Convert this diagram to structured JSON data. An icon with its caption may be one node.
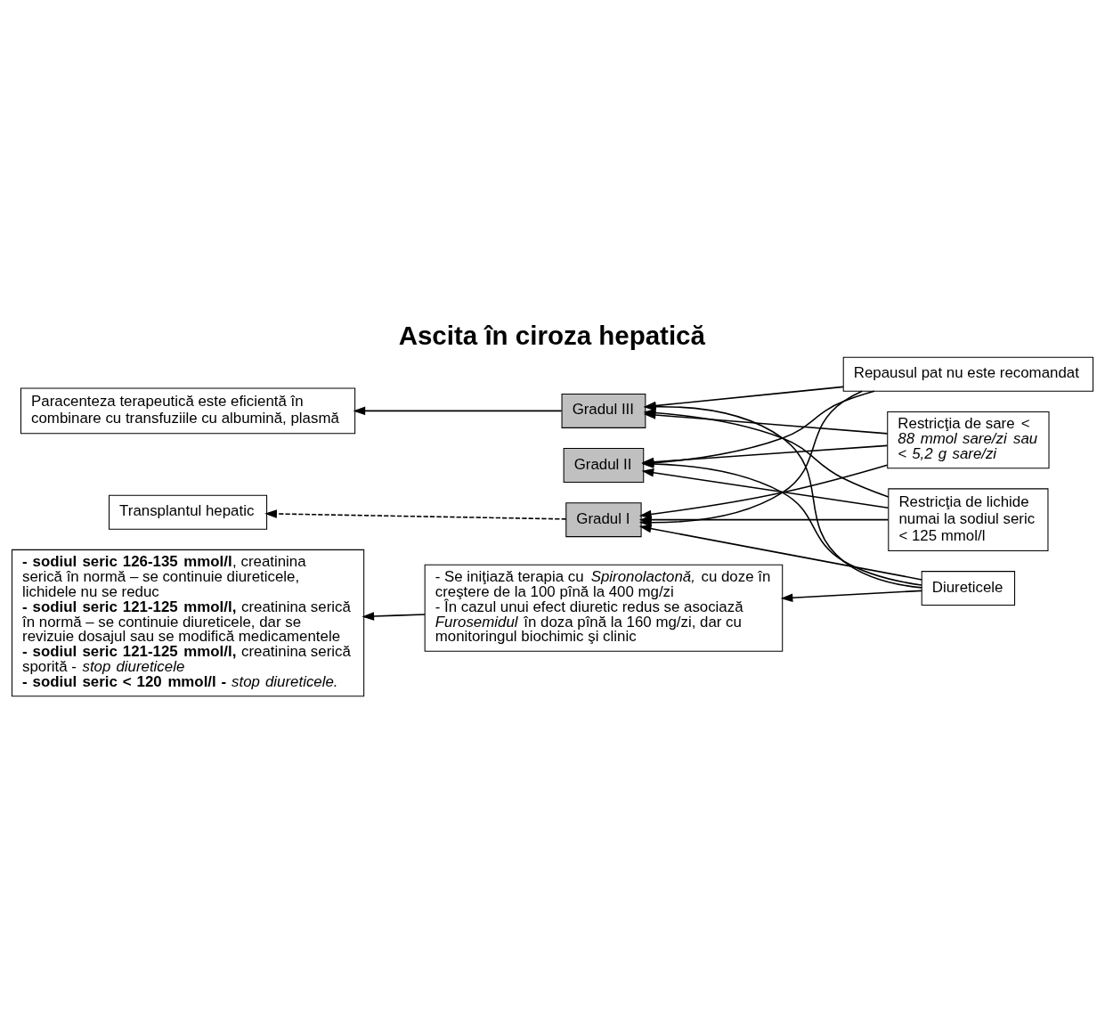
{
  "diagram": {
    "title": "Ascita în ciroza hepatică",
    "nodes": [
      {
        "text": [
          "Gradul I"
        ]
      },
      {
        "text": [
          "Gradul II"
        ]
      },
      {
        "text": [
          "Gradul III"
        ]
      },
      {
        "text": [
          "Repausul pat nu este recomandat"
        ]
      },
      {
        "text": [
          "Restricţia de sare *< 88 mmol sare/zi sau < 5,2 g sare/zi*"
        ]
      },
      {
        "text": [
          "Restricţia de lichide numai la sodiul seric < 125 mmol/l"
        ]
      },
      {
        "text": [
          "Diureticele"
        ]
      },
      {
        "text": [
          "**- sodiul seric 126-135 mmol/l**, creatinina serică în normă – se continuie diureticele, lichidele nu se reduc",
          "**- sodiul seric 121-125 mmol/l,** creatinina serică în normă – se continuie diureticele, dar se revizuie dosajul sau se modifică medicamentele",
          "**- sodiul seric 121-125 mmol/l,** creatinina serică sporită - *stop diureticele*",
          "**- sodiul seric < 120 mmol/l -** *stop diureticele.*"
        ]
      },
      {
        "text": [
          "- Se iniţiază terapia cu *Spironolactonă,* cu doze în creştere de la 100 pînă la 400 mg/zi",
          "- În cazul unui efect diuretic redus se asociază *Furosemidul* în doza pînă la 160 mg/zi, dar cu monitoringul biochimic şi clinic"
        ]
      },
      {
        "text": [
          "Paracenteza terapeutică este eficientă în combinare cu transfuziile cu albumină, plasmă"
        ]
      },
      {
        "text": [
          "Transplantul hepatic"
        ]
      }
    ],
    "edges": [
      {
        "from": 3,
        "to": 0,
        "arrow": "to"
      },
      {
        "from": 3,
        "to": 1,
        "arrow": "to"
      },
      {
        "from": 3,
        "to": 2,
        "arrow": "to"
      },
      {
        "from": 4,
        "to": 0,
        "arrow": "to"
      },
      {
        "from": 4,
        "to": 1,
        "arrow": "to"
      },
      {
        "from": 4,
        "to": 2,
        "arrow": "to"
      },
      {
        "from": 5,
        "to": 0,
        "arrow": "to"
      },
      {
        "from": 5,
        "to": 1,
        "arrow": "to"
      },
      {
        "from": 5,
        "to": 2,
        "arrow": "to"
      },
      {
        "from": 6,
        "to": 0,
        "arrow": "to"
      },
      {
        "from": 6,
        "to": 1,
        "arrow": "to"
      },
      {
        "from": 6,
        "to": 2,
        "arrow": "to"
      },
      {
        "from": 6,
        "to": 8,
        "arrow": "to"
      },
      {
        "from": 8,
        "to": 7,
        "arrow": "to"
      },
      {
        "from": 2,
        "to": 9,
        "arrow": "to"
      },
      {
        "from": 0,
        "to": 10,
        "arrow": "to",
        "style": "dashed"
      }
    ]
  }
}
